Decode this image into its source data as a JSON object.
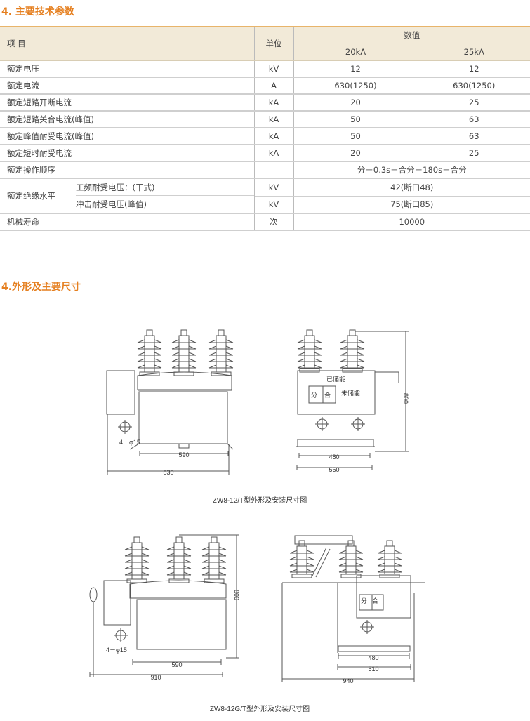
{
  "section1": {
    "title": "4. 主要技术参数"
  },
  "table": {
    "headers": {
      "item": "项  目",
      "unit": "单位",
      "values": "数值",
      "col20": "20kA",
      "col25": "25kA"
    },
    "rows": [
      {
        "item": "额定电压",
        "unit": "kV",
        "v20": "12",
        "v25": "12"
      },
      {
        "item": "额定电流",
        "unit": "A",
        "v20": "630(1250)",
        "v25": "630(1250)"
      },
      {
        "item": "额定短路开断电流",
        "unit": "kA",
        "v20": "20",
        "v25": "25"
      },
      {
        "item": "额定短路关合电流(峰值)",
        "unit": "kA",
        "v20": "50",
        "v25": "63"
      },
      {
        "item": "额定峰值耐受电流(峰值)",
        "unit": "kA",
        "v20": "50",
        "v25": "63"
      },
      {
        "item": "额定短时耐受电流",
        "unit": "kA",
        "v20": "20",
        "v25": "25"
      }
    ],
    "sequence": {
      "item": "额定操作顺序",
      "value": "分－0.3s－合分－180s－合分"
    },
    "insulation": {
      "item": "额定绝缘水平",
      "sub1": "工频耐受电压：(干式)",
      "unit1": "kV",
      "value1": "42(断口48)",
      "sub2": "冲击耐受电压(峰值)",
      "unit2": "kV",
      "value2": "75(断口85)"
    },
    "life": {
      "item": "机械寿命",
      "unit": "次",
      "value": "10000"
    }
  },
  "section2": {
    "title": "4.外形及主要尺寸"
  },
  "drawing1": {
    "caption": "ZW8-12/T型外形及安装尺寸图",
    "hole": "4－φ15",
    "d590": "590",
    "d830": "830",
    "d800": "800",
    "d480": "480",
    "d560": "560",
    "stored": "已储能",
    "unstored": "未储能",
    "open": "分",
    "close": "合"
  },
  "drawing2": {
    "caption": "ZW8-12G/T型外形及安装尺寸图",
    "hole": "4－φ15",
    "d590": "590",
    "d910": "910",
    "d800": "800",
    "d480": "480",
    "d510": "510",
    "d940": "940",
    "open": "分",
    "close": "合"
  },
  "colors": {
    "accent": "#e57f1f",
    "header_bg": "#f2ead8"
  }
}
